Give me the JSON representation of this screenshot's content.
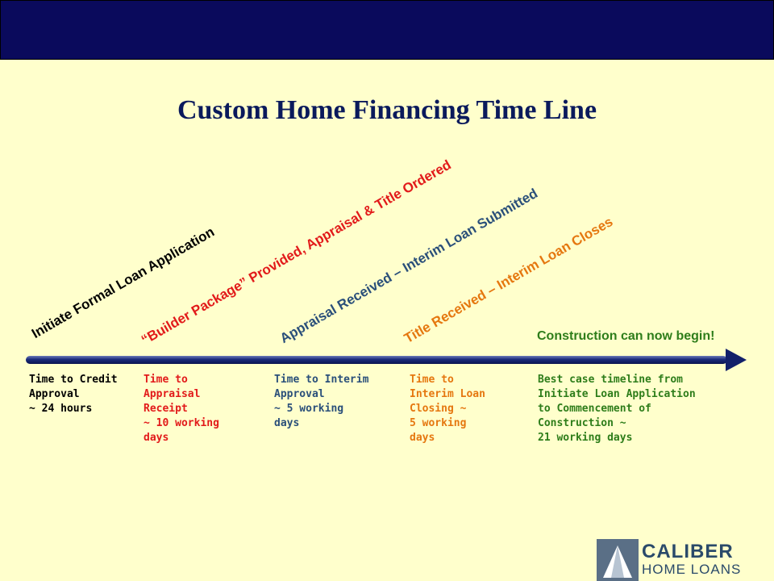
{
  "title": "Custom Home Financing Time Line",
  "milestones": [
    {
      "label": "Initiate Formal Loan Application",
      "color": "#000000"
    },
    {
      "label": "“Builder Package” Provided, Appraisal & Title Ordered",
      "color": "#e21a1a"
    },
    {
      "label": "Appraisal Received – Interim Loan Submitted",
      "color": "#2a4f7a"
    },
    {
      "label": "Title Received – Interim Loan Closes",
      "color": "#e5770f"
    }
  ],
  "construction_label": "Construction can now begin!",
  "stages": [
    {
      "lines": [
        "Time to Credit",
        "Approval",
        "~ 24 hours"
      ],
      "color": "#000000"
    },
    {
      "lines": [
        "Time to",
        "Appraisal",
        "Receipt",
        "~  10 working",
        "days"
      ],
      "color": "#e21a1a"
    },
    {
      "lines": [
        "Time to Interim",
        "Approval",
        "~ 5 working",
        "days"
      ],
      "color": "#2a4f7a"
    },
    {
      "lines": [
        "Time to",
        "Interim Loan",
        "Closing ~",
        "5 working",
        "days"
      ],
      "color": "#e5770f"
    },
    {
      "lines": [
        "Best case timeline from",
        "Initiate Loan Application",
        "to Commencement of",
        "Construction ~",
        "21 working days"
      ],
      "color": "#2e7d1a"
    }
  ],
  "colors": {
    "header": "#0a0a5c",
    "timeline": "#12206a",
    "construction": "#2e7d1a"
  },
  "logo": {
    "name": "CALIBER",
    "sub": "HOME LOANS"
  }
}
